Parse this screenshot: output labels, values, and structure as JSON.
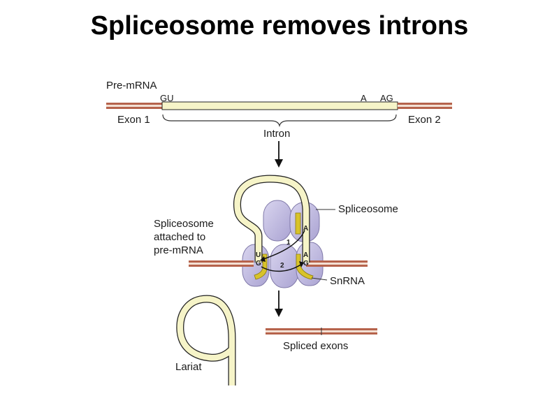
{
  "title": "Spliceosome removes introns",
  "labels": {
    "pre_mrna": "Pre-mRNA",
    "gu": "GU",
    "a": "A",
    "ag": "AG",
    "exon1": "Exon 1",
    "exon2": "Exon 2",
    "intron": "Intron",
    "spliceosome": "Spliceosome",
    "attached_line1": "Spliceosome",
    "attached_line2": "attached to",
    "attached_line3": "pre-mRNA",
    "snrna": "SnRNA",
    "spliced_exons": "Spliced exons",
    "lariat": "Lariat",
    "u": "U",
    "g_left": "G",
    "a_top": "A",
    "a_right": "A",
    "g_right": "G",
    "step1": "1",
    "step2": "2"
  },
  "colors": {
    "exon": "#b6634c",
    "exon_light": "#f3e0d4",
    "intron": "#f6f4c8",
    "outline": "#222222",
    "spliceosome": "#bfb9dd",
    "spliceosome_edge": "#7f78a8",
    "snrna": "#d8c32a"
  }
}
